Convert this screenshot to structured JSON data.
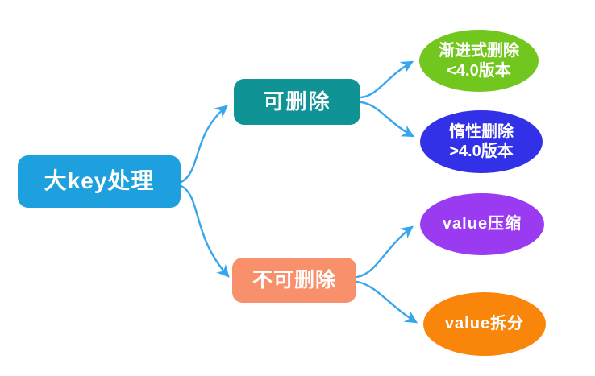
{
  "diagram": {
    "type": "mindmap",
    "connector_color": "#38A6EC",
    "background_color": "#FFFFFF",
    "text_color": "#FFFFFF",
    "nodes": {
      "root": {
        "label": "大key处理",
        "shape": "rounded-rectangle",
        "bg": "#1E9FDE"
      },
      "deletable": {
        "label": "可删除",
        "shape": "rounded-rectangle",
        "bg": "#0F9394"
      },
      "not_deletable": {
        "label": "不可删除",
        "shape": "rounded-rectangle",
        "bg": "#F8906B"
      },
      "progressive_delete": {
        "line1": "渐进式删除",
        "line2": "<4.0版本",
        "shape": "ellipse",
        "bg": "#72C71E"
      },
      "lazy_delete": {
        "line1": "惰性删除",
        "line2": ">4.0版本",
        "shape": "ellipse",
        "bg": "#3331E8"
      },
      "value_compress": {
        "label": "value压缩",
        "shape": "ellipse",
        "bg": "#9A3BF2"
      },
      "value_split": {
        "label": "value拆分",
        "shape": "ellipse",
        "bg": "#F9860A"
      }
    },
    "edges": [
      {
        "from": "root",
        "to": "deletable"
      },
      {
        "from": "root",
        "to": "not_deletable"
      },
      {
        "from": "deletable",
        "to": "progressive_delete"
      },
      {
        "from": "deletable",
        "to": "lazy_delete"
      },
      {
        "from": "not_deletable",
        "to": "value_compress"
      },
      {
        "from": "not_deletable",
        "to": "value_split"
      }
    ]
  }
}
